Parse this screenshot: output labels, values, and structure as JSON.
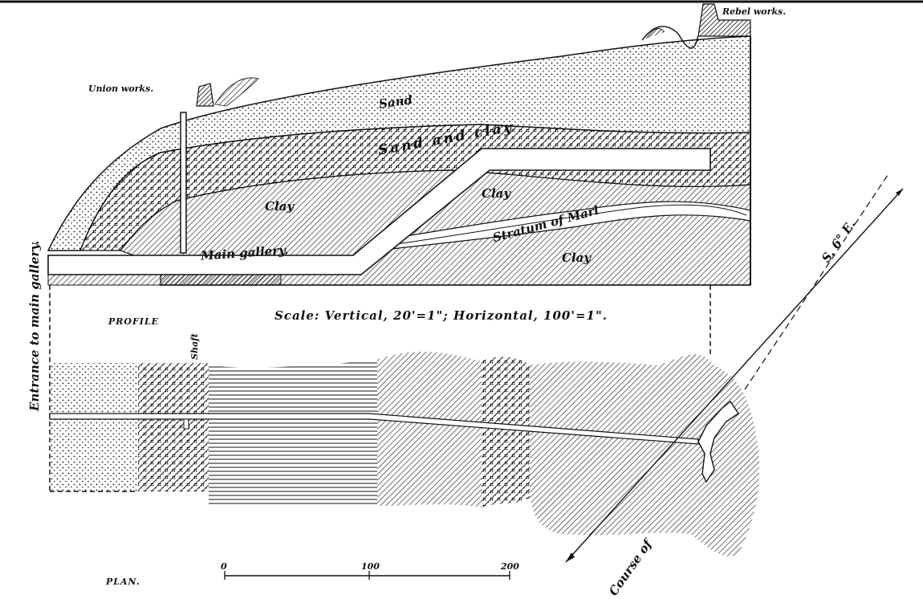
{
  "labels": {
    "rebel_works": "Rebel works.",
    "union_works": "Union works.",
    "sand": "Sand",
    "sand_and_clay": "Sand and clay",
    "clay_left": "Clay",
    "clay_center": "Clay",
    "clay_right": "Clay",
    "stratum_of_marl": "Stratum of Marl",
    "main_gallery": "Main gallery.",
    "entrance": "Entrance to main gallery.",
    "profile": "PROFILE",
    "shaft": "Shaft",
    "scale": "Scale: Vertical, 20'=1\"; Horizontal, 100'=1\".",
    "bearing": "S. 6° E.",
    "course": "Course of",
    "plan": "PLAN."
  },
  "scale_bar": {
    "ticks": [
      "0",
      "100",
      "200"
    ]
  },
  "colors": {
    "ink": "#111111",
    "paper": "#ffffff"
  }
}
